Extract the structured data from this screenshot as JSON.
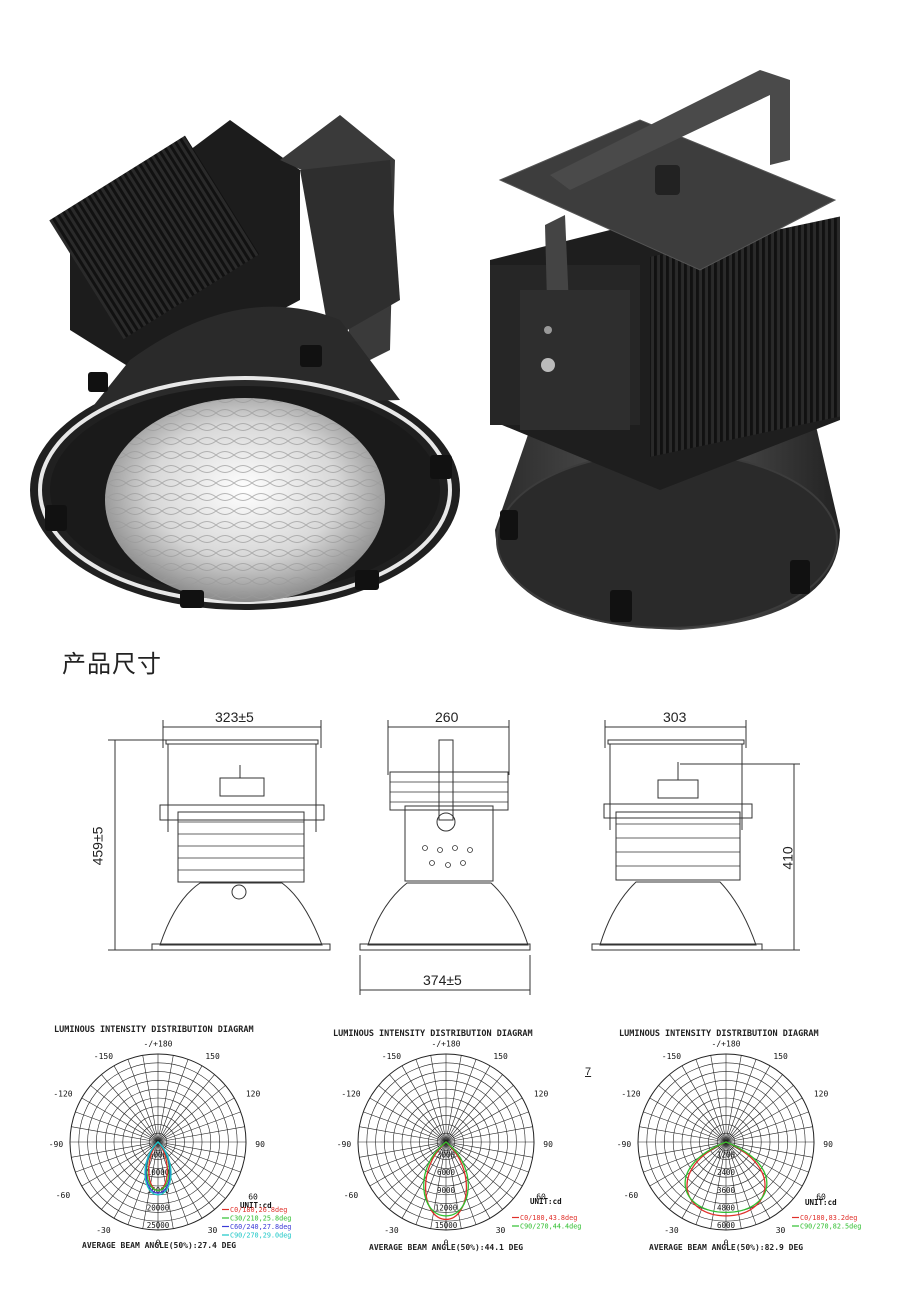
{
  "section_title": "产品尺寸",
  "dimensions": {
    "front_width": "323±5",
    "side_width": "260",
    "right_width": "303",
    "height_left": "459±5",
    "height_right": "410",
    "base_width": "374±5"
  },
  "stray_mark": "7",
  "diagrams": [
    {
      "title": "LUMINOUS INTENSITY DISTRIBUTION DIAGRAM",
      "angle_labels": [
        "-/+180",
        "-150",
        "150",
        "-120",
        "120",
        "-90",
        "90",
        "-60",
        "60",
        "-30",
        "30",
        "0"
      ],
      "radial_labels": [
        "5000",
        "10000",
        "15000",
        "20000",
        "25000"
      ],
      "unit": "UNIT:cd",
      "legend": [
        {
          "text": "C0/180,26.8deg",
          "color": "#e0302a"
        },
        {
          "text": "C30/210,25.8deg",
          "color": "#2fbf2f"
        },
        {
          "text": "C60/240,27.8deg",
          "color": "#3a3ad6"
        },
        {
          "text": "C90/270,29.0deg",
          "color": "#19c6c6"
        }
      ],
      "beam_angle": "AVERAGE BEAM ANGLE(50%):27.4 DEG"
    },
    {
      "title": "LUMINOUS INTENSITY DISTRIBUTION DIAGRAM",
      "angle_labels": [
        "-/+180",
        "-150",
        "150",
        "-120",
        "120",
        "-90",
        "90",
        "-60",
        "60",
        "-30",
        "30",
        "0"
      ],
      "radial_labels": [
        "3000",
        "6000",
        "9000",
        "12000",
        "15000"
      ],
      "unit": "UNIT:cd",
      "legend": [
        {
          "text": "C0/180,43.8deg",
          "color": "#e0302a"
        },
        {
          "text": "C90/270,44.4deg",
          "color": "#2fbf2f"
        }
      ],
      "beam_angle": "AVERAGE BEAM ANGLE(50%):44.1 DEG"
    },
    {
      "title": "LUMINOUS INTENSITY DISTRIBUTION DIAGRAM",
      "angle_labels": [
        "-/+180",
        "-150",
        "150",
        "-120",
        "120",
        "-90",
        "90",
        "-60",
        "60",
        "-30",
        "30",
        "0"
      ],
      "radial_labels": [
        "1200",
        "2400",
        "3600",
        "4800",
        "6000"
      ],
      "unit": "UNIT:cd",
      "legend": [
        {
          "text": "C0/180,83.2deg",
          "color": "#e0302a"
        },
        {
          "text": "C90/270,82.5deg",
          "color": "#2fbf2f"
        }
      ],
      "beam_angle": "AVERAGE BEAM ANGLE(50%):82.9 DEG"
    }
  ]
}
